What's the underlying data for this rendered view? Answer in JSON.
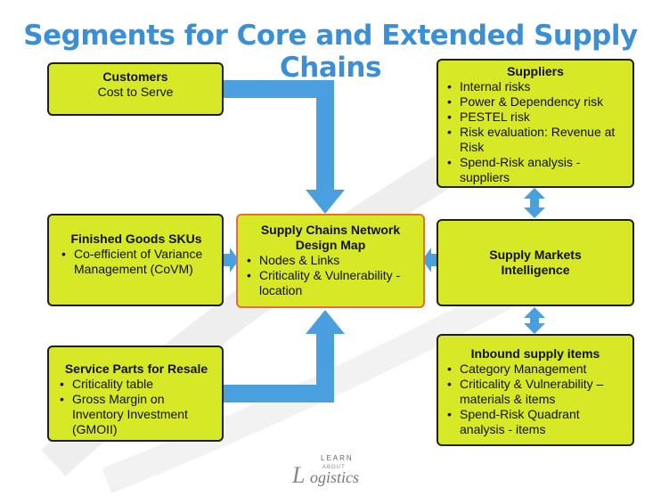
{
  "title": "Segments for Core and Extended Supply Chains",
  "colors": {
    "box_fill": "#d7e826",
    "arrow": "#4a9fde",
    "title": "#3a8fd6",
    "center_border": "#e8702a"
  },
  "customers": {
    "heading": "Customers",
    "line": "Cost to Serve"
  },
  "suppliers": {
    "heading": "Suppliers",
    "items": [
      "Internal risks",
      "Power & Dependency risk",
      "PESTEL risk",
      "Risk evaluation: Revenue at Risk",
      "Spend-Risk analysis - suppliers"
    ]
  },
  "finished_goods": {
    "heading": "Finished Goods SKUs",
    "items": [
      "Co-efficient of Variance Management (CoVM)"
    ]
  },
  "center": {
    "heading": "Supply Chains Network Design Map",
    "items": [
      "Nodes & Links",
      "Criticality & Vulnerability - location"
    ]
  },
  "markets": {
    "heading": "Supply Markets Intelligence"
  },
  "service_parts": {
    "heading": "Service Parts for Resale",
    "items": [
      "Criticality table",
      "Gross Margin on Inventory Investment (GMOII)"
    ]
  },
  "inbound": {
    "heading": "Inbound supply items",
    "items": [
      "Category Management",
      "Criticality & Vulnerability – materials & items",
      "Spend-Risk Quadrant analysis - items"
    ]
  },
  "logo": {
    "top": "LEARN",
    "middle": "ABOUT",
    "word": "ogistics",
    "letter": "L"
  }
}
